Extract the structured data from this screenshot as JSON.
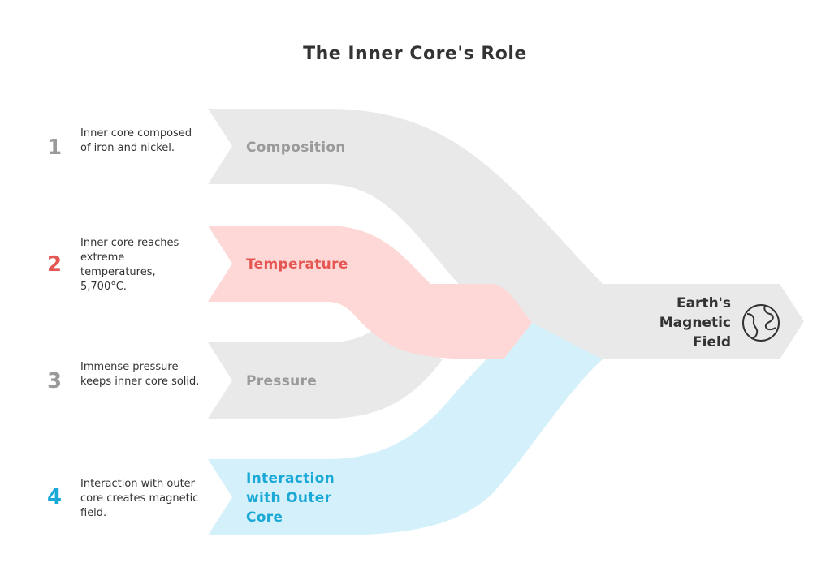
{
  "title": "The Inner Core's Role",
  "colors": {
    "gray_band": "#e9e9e9",
    "red_band": "#fdd8d6",
    "blue_band": "#d3f0fb",
    "gray_text": "#9a9a9a",
    "red_text": "#e55753",
    "blue_text": "#1aa8d6",
    "dark_text": "#333333"
  },
  "steps": [
    {
      "number": "1",
      "label": "Composition",
      "description": "Inner core composed of iron and nickel."
    },
    {
      "number": "2",
      "label": "Temperature",
      "description": "Inner core reaches extreme temperatures, 5,700°C."
    },
    {
      "number": "3",
      "label": "Pressure",
      "description": "Immense pressure keeps inner core solid."
    },
    {
      "number": "4",
      "label": "Interaction with Outer Core",
      "description": "Interaction with outer core creates magnetic field."
    }
  ],
  "result": {
    "label": "Earth's Magnetic Field",
    "icon": "globe-icon"
  }
}
